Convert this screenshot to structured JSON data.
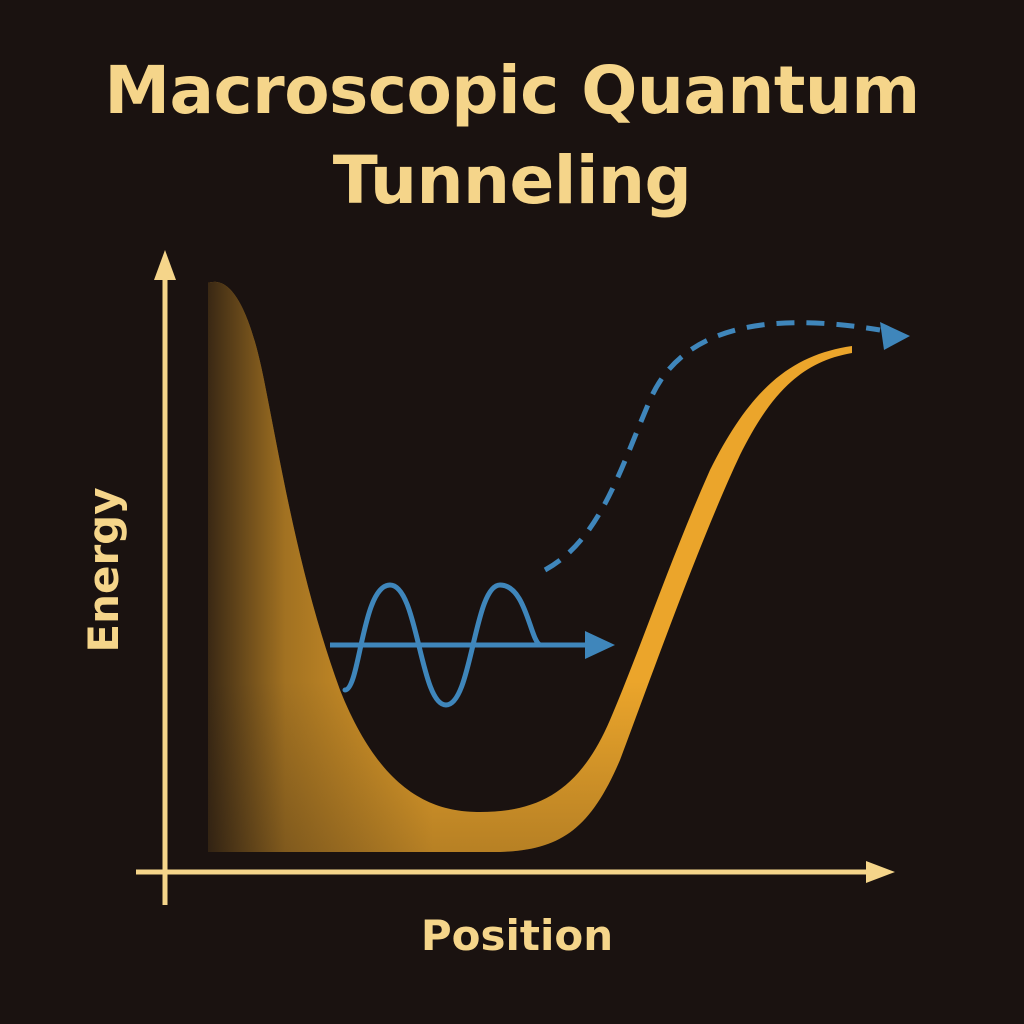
{
  "title": {
    "line1": "Macroscopic Quantum",
    "line2": "Tunneling"
  },
  "axes": {
    "y_label": "Energy",
    "x_label": "Position"
  },
  "colors": {
    "background": "#1a1210",
    "text": "#f5d58a",
    "axis": "#f5d58a",
    "potential": "#eba52b",
    "wave": "#3f86bb"
  },
  "icons": {
    "y_axis_arrow": "arrow-up-icon",
    "x_axis_arrow": "arrow-right-icon",
    "wave_arrow": "arrow-right-icon",
    "tunneling_arrow": "dashed-arrow-icon"
  }
}
